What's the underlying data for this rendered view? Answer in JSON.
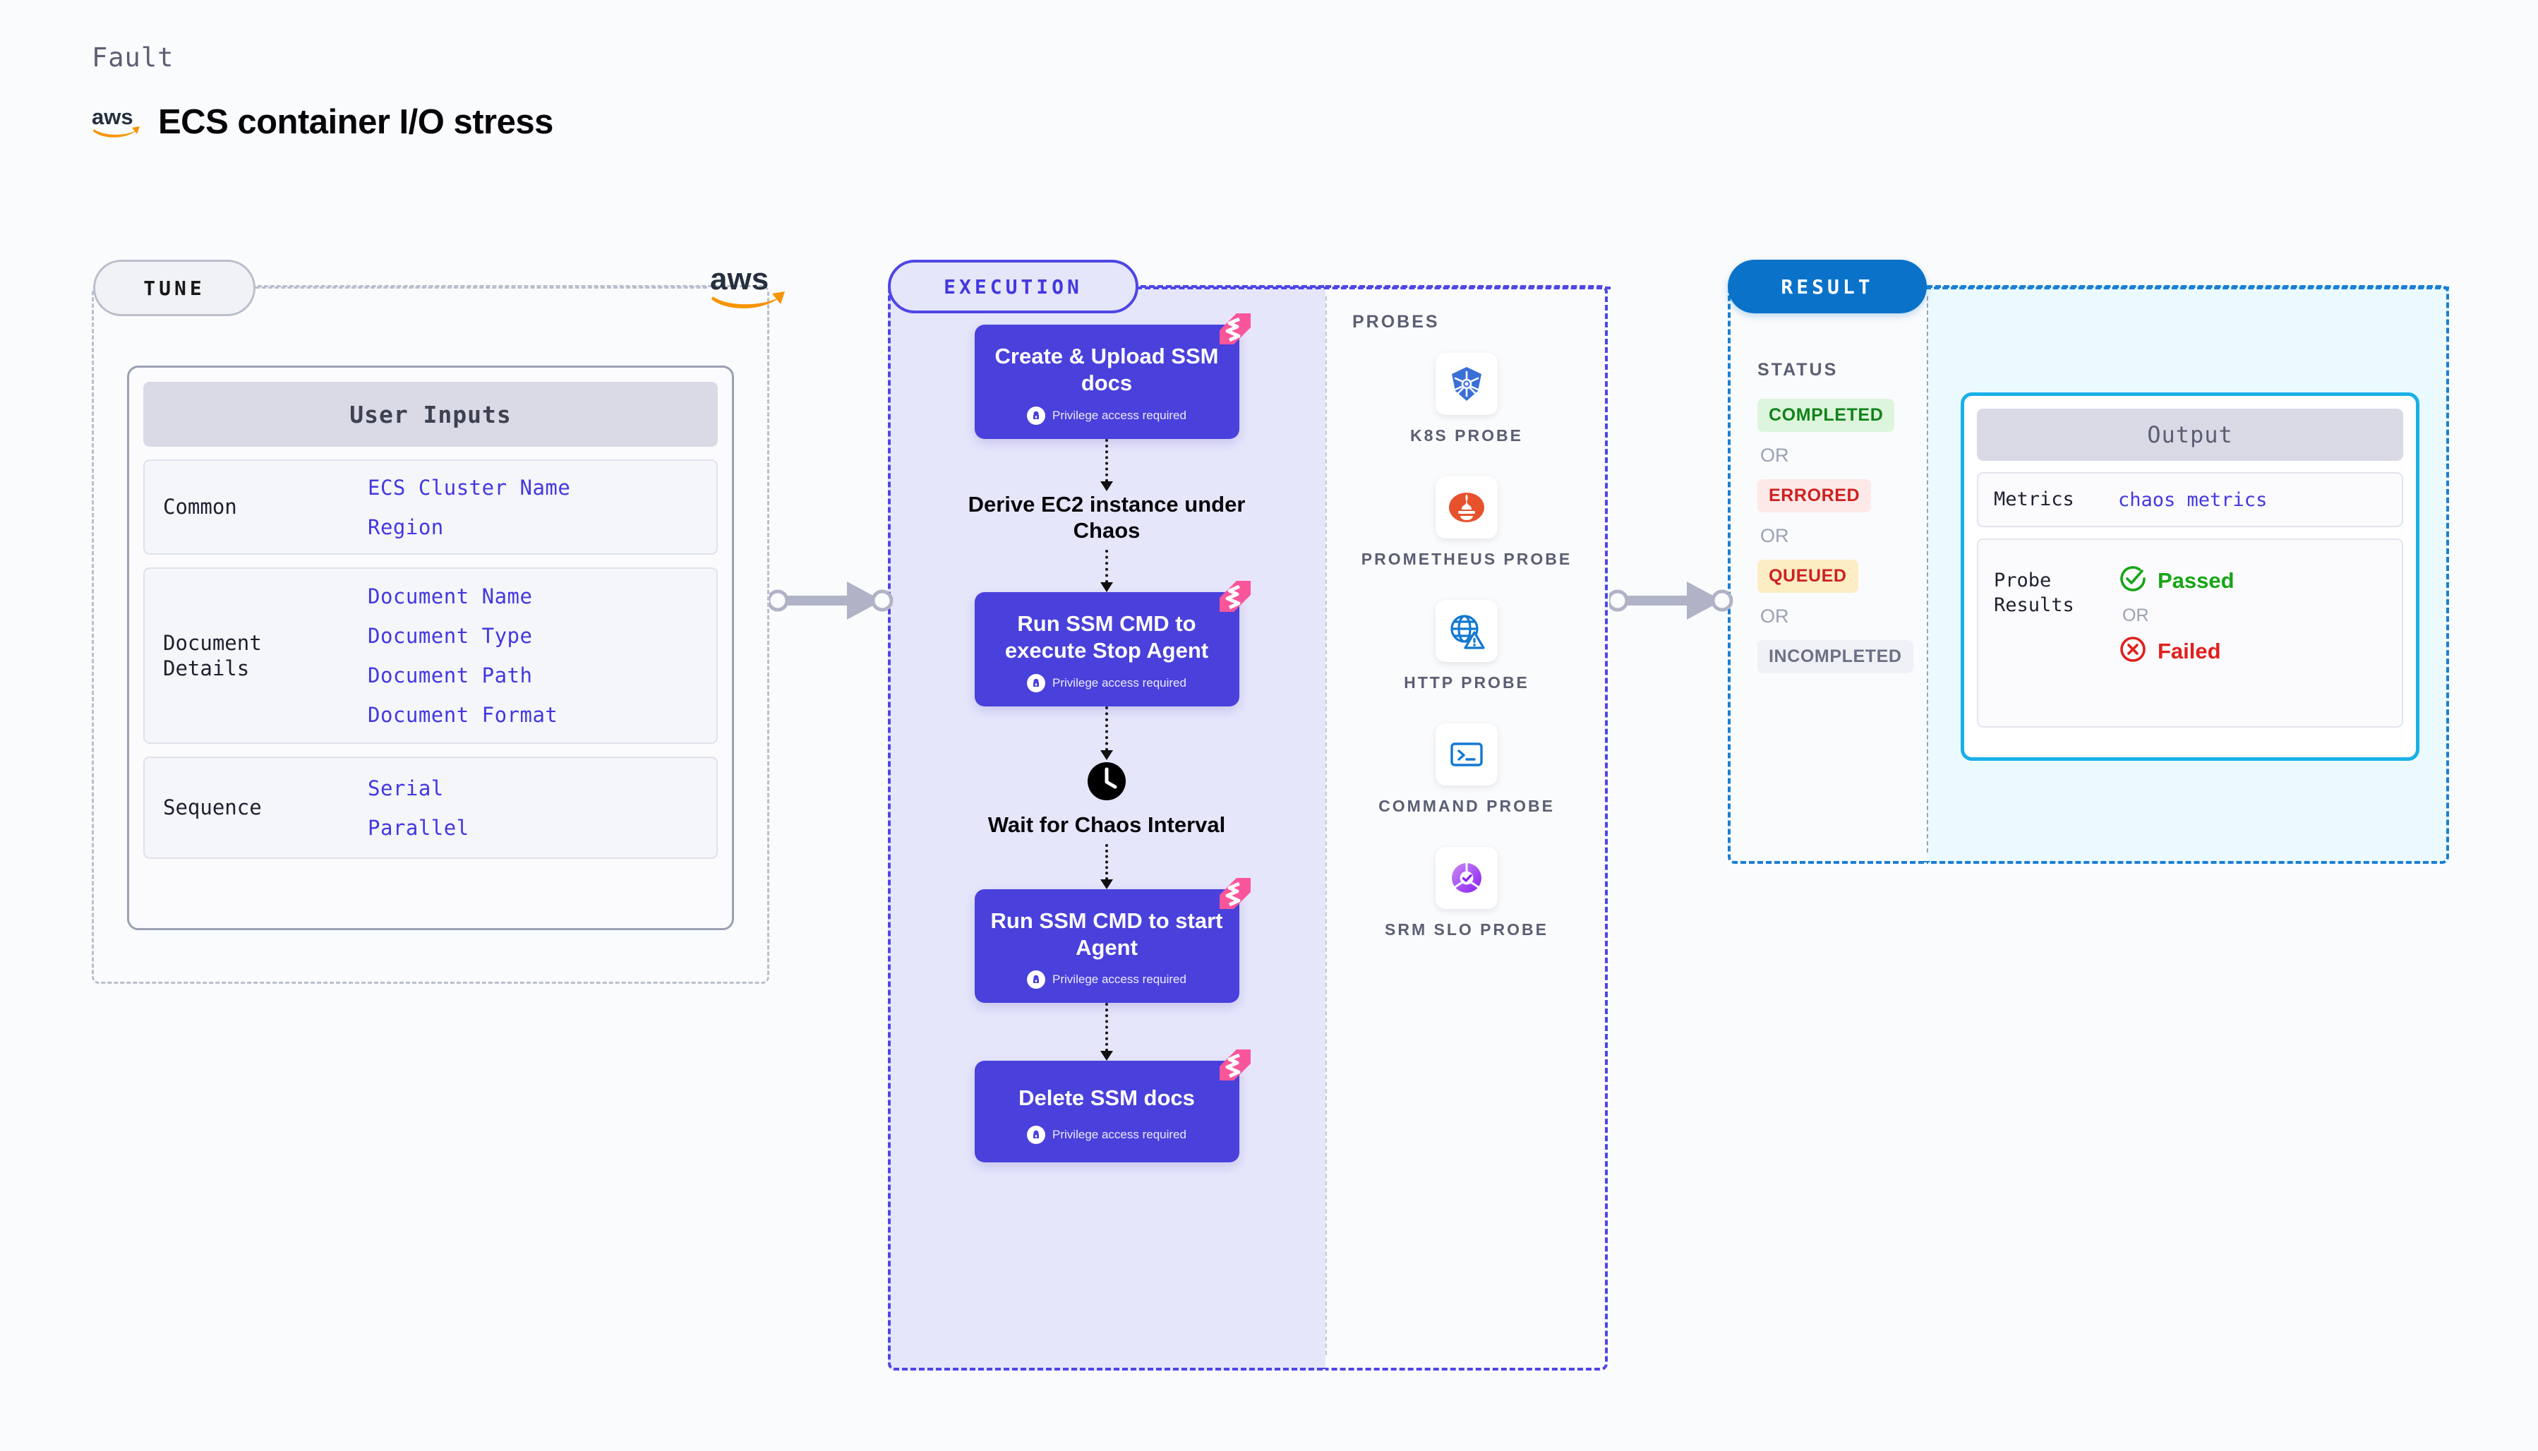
{
  "header": {
    "fault_label": "Fault",
    "title": "ECS container I/O stress",
    "logo": "aws-logo"
  },
  "tune": {
    "pill_label": "TUNE",
    "badge_logo": "aws-logo",
    "card_title": "User Inputs",
    "groups": [
      {
        "label": "Common",
        "values": [
          "ECS Cluster Name",
          "Region"
        ]
      },
      {
        "label": "Document\nDetails",
        "values": [
          "Document Name",
          "Document Type",
          "Document Path",
          "Document Format"
        ]
      },
      {
        "label": "Sequence",
        "values": [
          "Serial",
          "Parallel"
        ]
      }
    ]
  },
  "execution": {
    "pill_label": "EXECUTION",
    "privilege_note": "Privilege access required",
    "steps": [
      {
        "type": "card",
        "title": "Create & Upload SSM docs",
        "privileged": true
      },
      {
        "type": "plain",
        "title": "Derive EC2 instance under Chaos",
        "icon": ""
      },
      {
        "type": "card",
        "title": "Run SSM CMD to execute Stop Agent",
        "privileged": true
      },
      {
        "type": "plain",
        "title": "Wait for Chaos Interval",
        "icon": "clock-icon"
      },
      {
        "type": "card",
        "title": "Run SSM CMD to start Agent",
        "privileged": true
      },
      {
        "type": "card",
        "title": "Delete SSM docs",
        "privileged": true
      }
    ]
  },
  "probes": {
    "title": "PROBES",
    "items": [
      {
        "label": "K8S PROBE",
        "icon": "kubernetes-icon"
      },
      {
        "label": "PROMETHEUS PROBE",
        "icon": "prometheus-icon"
      },
      {
        "label": "HTTP PROBE",
        "icon": "http-globe-icon"
      },
      {
        "label": "COMMAND PROBE",
        "icon": "terminal-icon"
      },
      {
        "label": "SRM SLO PROBE",
        "icon": "srm-slo-icon"
      }
    ]
  },
  "result": {
    "pill_label": "RESULT",
    "status_heading": "STATUS",
    "or_label": "OR",
    "statuses": [
      {
        "label": "COMPLETED",
        "style": "sb-completed"
      },
      {
        "label": "ERRORED",
        "style": "sb-errored"
      },
      {
        "label": "QUEUED",
        "style": "sb-queued"
      },
      {
        "label": "INCOMPLETED",
        "style": "sb-incompleted"
      }
    ],
    "output": {
      "title": "Output",
      "metrics_label": "Metrics",
      "metrics_value": "chaos metrics",
      "probe_results_label": "Probe Results",
      "passed_label": "Passed",
      "failed_label": "Failed",
      "or_label": "OR"
    }
  },
  "colors": {
    "accent_indigo": "#4a40db",
    "accent_blue": "#0a72c8",
    "accent_cyan": "#19b0e8",
    "chaos_pink": "#f9559b",
    "aws_orange": "#f79400",
    "status_green": "#11821a",
    "status_red": "#cf2020",
    "status_amber": "#fcedc4"
  }
}
